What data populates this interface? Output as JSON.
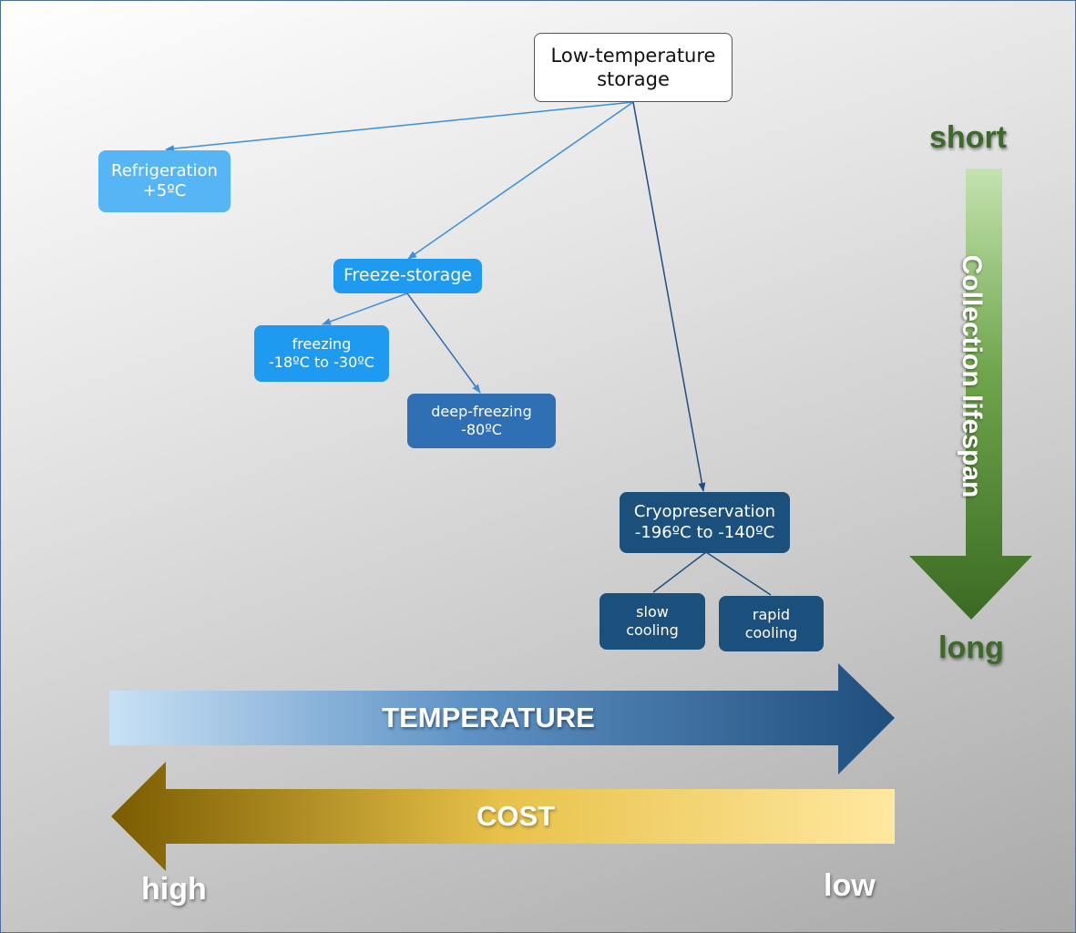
{
  "nodes": {
    "root": [
      "Low-temperature",
      "storage"
    ],
    "refrigeration": [
      "Refrigeration",
      "+5ºC"
    ],
    "freeze_storage": [
      "Freeze-storage"
    ],
    "freezing": [
      "freezing",
      "-18ºC to -30ºC"
    ],
    "deep_freezing": [
      "deep-freezing",
      "-80ºC"
    ],
    "cryopreservation": [
      "Cryopreservation",
      "-196ºC to -140ºC"
    ],
    "slow_cooling": [
      "slow",
      "cooling"
    ],
    "rapid_cooling": [
      "rapid",
      "cooling"
    ]
  },
  "axes": {
    "lifespan": {
      "label": "Collection lifespan",
      "start": "short",
      "end": "long"
    },
    "temperature": {
      "label": "TEMPERATURE"
    },
    "cost": {
      "label": "COST",
      "start": "high",
      "end": "low"
    }
  },
  "colors": {
    "light_blue": "#56b6f5",
    "medium_blue": "#1e9af0",
    "steel_blue": "#2f6fb3",
    "navy": "#1b4f7c",
    "green_dark": "#3d6a2a",
    "green_light": "#c4e3b0",
    "gold_dark": "#7a5c00",
    "gold_light": "#ffe8a0",
    "temperature_light": "#c9e1f5",
    "temperature_dark": "#1f4e7c"
  }
}
